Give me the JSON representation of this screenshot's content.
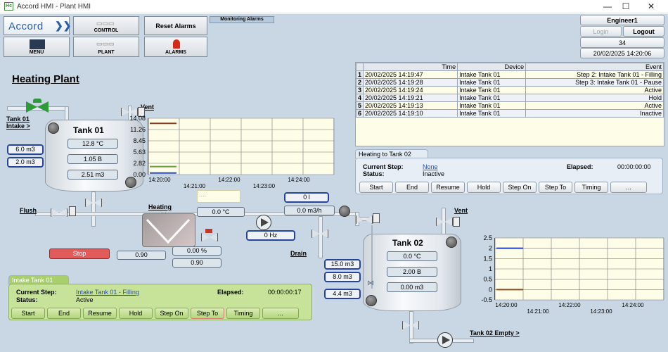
{
  "window": {
    "title": "Accord HMI - Plant HMI",
    "minimize": "—",
    "maximize": "☐",
    "close": "✕"
  },
  "toolbar": {
    "logo": "Accord",
    "control": "CONTROL",
    "menu": "MENU",
    "plant": "PLANT",
    "alarms": "ALARMS",
    "reset_alarms": "Reset Alarms",
    "monitoring_alarms": "Monitoring Alarms"
  },
  "user": {
    "name": "Engineer1",
    "login": "Login",
    "logout": "Logout",
    "count": "34",
    "datetime": "20/02/2025 14:20:06"
  },
  "page_title": "Heating Plant",
  "events": {
    "headers": [
      "",
      "Time",
      "Device",
      "Event"
    ],
    "rows": [
      [
        "1",
        "20/02/2025 14:19:47",
        "Intake Tank 01",
        "Step 2: Intake Tank 01 - Filling"
      ],
      [
        "2",
        "20/02/2025 14:19:28",
        "Intake Tank 01",
        "Step 3: Intake Tank 01 - Pause"
      ],
      [
        "3",
        "20/02/2025 14:19:24",
        "Intake Tank 01",
        "Active"
      ],
      [
        "4",
        "20/02/2025 14:19:21",
        "Intake Tank 01",
        "Hold"
      ],
      [
        "5",
        "20/02/2025 14:19:13",
        "Intake Tank 01",
        "Active"
      ],
      [
        "6",
        "20/02/2025 14:19:10",
        "Intake Tank 01",
        "Inactive"
      ]
    ]
  },
  "heating_panel": {
    "title": "Heating to Tank 02",
    "current_step_label": "Current Step:",
    "current_step": "None",
    "status_label": "Status:",
    "status": "Inactive",
    "elapsed_label": "Elapsed:",
    "elapsed": "00:00:00:00",
    "buttons": [
      "Start",
      "End",
      "Resume",
      "Hold",
      "Step On",
      "Step To",
      "Timing",
      "..."
    ]
  },
  "intake_panel": {
    "title": "Intake Tank 01",
    "current_step_label": "Current Step:",
    "current_step": "Intake Tank 01 - Filling",
    "status_label": "Status:",
    "status": "Active",
    "elapsed_label": "Elapsed:",
    "elapsed": "00:00:00:17",
    "buttons": [
      "Start",
      "End",
      "Resume",
      "Hold",
      "Step On",
      "Step To",
      "Timing",
      "..."
    ]
  },
  "tank01": {
    "title": "Tank 01",
    "temp": "12.8 °C",
    "pressure": "1.05 B",
    "volume": "2.51 m3",
    "left1": "6.0 m3",
    "left2": "2.0 m3",
    "intake_link": "Tank 01 Intake >",
    "vent": "Vent"
  },
  "tank02": {
    "title": "Tank 02",
    "temp": "0.0 °C",
    "pressure": "2.00 B",
    "volume": "0.00 m3",
    "left1": "15.0 m3",
    "left2": "8.0 m3",
    "left3": "4.4 m3",
    "empty_link": "Tank 02 Empty >",
    "vent": "Vent"
  },
  "process": {
    "flush": "Flush",
    "heating": "Heating",
    "drain": "Drain",
    "stop": "Stop",
    "temp_in": "....",
    "temp_out": "0.0 °C",
    "counter": "0 l",
    "flow": "0.0 m3/h",
    "pump_hz": "0 Hz",
    "pct": "0.00 %",
    "val1": "0.90",
    "val2": "0.90"
  },
  "chart_data": [
    {
      "type": "line",
      "y_ticks": [
        "14.08",
        "11.26",
        "8.45",
        "5.63",
        "2.82",
        "0.00"
      ],
      "x_ticks": [
        "14:20:00",
        "14:21:00",
        "14:22:00",
        "14:23:00",
        "14:24:00"
      ],
      "ylim": [
        0,
        14.08
      ],
      "series": [
        {
          "color": "#8b3a1a",
          "y": 12.8
        },
        {
          "color": "#6aa03a",
          "y": 2.0
        },
        {
          "color": "#2244cc",
          "y": 0.4
        }
      ]
    },
    {
      "type": "line",
      "y_ticks": [
        "2.5",
        "2",
        "1.5",
        "1",
        "0.5",
        "0",
        "-0.5"
      ],
      "x_ticks": [
        "14:20:00",
        "14:21:00",
        "14:22:00",
        "14:23:00",
        "14:24:00"
      ],
      "ylim": [
        -0.5,
        2.5
      ],
      "series": [
        {
          "color": "#2244cc",
          "y": 2.0
        },
        {
          "color": "#8b4a1a",
          "y": 0.0
        }
      ]
    }
  ],
  "colors": {
    "bg": "#c9d7e4",
    "stop": "#e15b5b",
    "green_panel": "#c7e39a",
    "blue_border": "#26449a"
  }
}
